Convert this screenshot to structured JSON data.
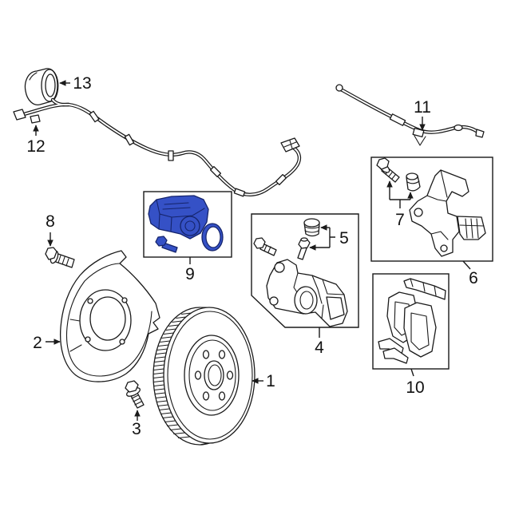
{
  "callouts": [
    "1",
    "2",
    "3",
    "4",
    "5",
    "6",
    "7",
    "8",
    "9",
    "10",
    "11",
    "12",
    "13"
  ],
  "colors": {
    "line": "#1a1a1a",
    "highlight_fill": "#3551c6",
    "highlight_stroke": "#15246b",
    "background": "#ffffff"
  }
}
